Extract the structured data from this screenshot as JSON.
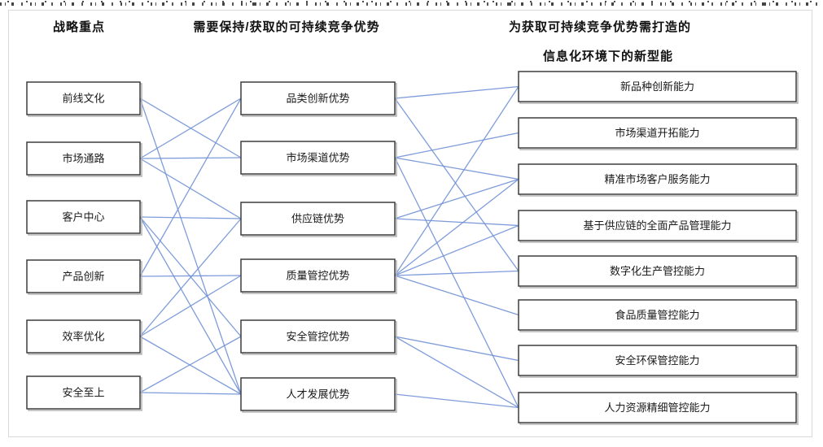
{
  "headers": {
    "col1": "战略重点",
    "col2": "需要保持/获取的可持续竞争优势",
    "col3_line1": "为获取可持续竞争优势需打造的",
    "col3_line2": "信息化环境下的新型能"
  },
  "diagram": {
    "columns": [
      {
        "id": "strategy-focus",
        "items": [
          "前线文化",
          "市场通路",
          "客户中心",
          "产品创新",
          "效率优化",
          "安全至上"
        ]
      },
      {
        "id": "sustainable-advantages",
        "items": [
          "品类创新优势",
          "市场渠道优势",
          "供应链优势",
          "质量管控优势",
          "安全管控优势",
          "人才发展优势"
        ]
      },
      {
        "id": "new-capabilities",
        "items": [
          "新品种创新能力",
          "市场渠道开拓能力",
          "精准市场客户服务能力",
          "基于供应链的全面产品管理能力",
          "数字化生产管控能力",
          "食品质量管控能力",
          "安全环保管控能力",
          "人力资源精细管控能力"
        ]
      }
    ],
    "edges_col1_col2": [
      [
        0,
        1
      ],
      [
        0,
        5
      ],
      [
        1,
        0
      ],
      [
        1,
        1
      ],
      [
        1,
        2
      ],
      [
        2,
        2
      ],
      [
        2,
        4
      ],
      [
        2,
        5
      ],
      [
        3,
        0
      ],
      [
        3,
        3
      ],
      [
        4,
        2
      ],
      [
        4,
        3
      ],
      [
        4,
        5
      ],
      [
        5,
        4
      ],
      [
        5,
        5
      ]
    ],
    "edges_col2_col3": [
      [
        0,
        0
      ],
      [
        0,
        4
      ],
      [
        1,
        1
      ],
      [
        1,
        2
      ],
      [
        1,
        7
      ],
      [
        2,
        2
      ],
      [
        2,
        3
      ],
      [
        3,
        0
      ],
      [
        3,
        2
      ],
      [
        3,
        3
      ],
      [
        3,
        4
      ],
      [
        3,
        5
      ],
      [
        4,
        6
      ],
      [
        4,
        7
      ],
      [
        5,
        7
      ]
    ],
    "line_color": "#7191d6",
    "box_border_color": "#3d3d3d",
    "box_shadow_color": "#b3b3b3",
    "box_fill": "#ffffff",
    "text_color": "#1a1a1a"
  }
}
